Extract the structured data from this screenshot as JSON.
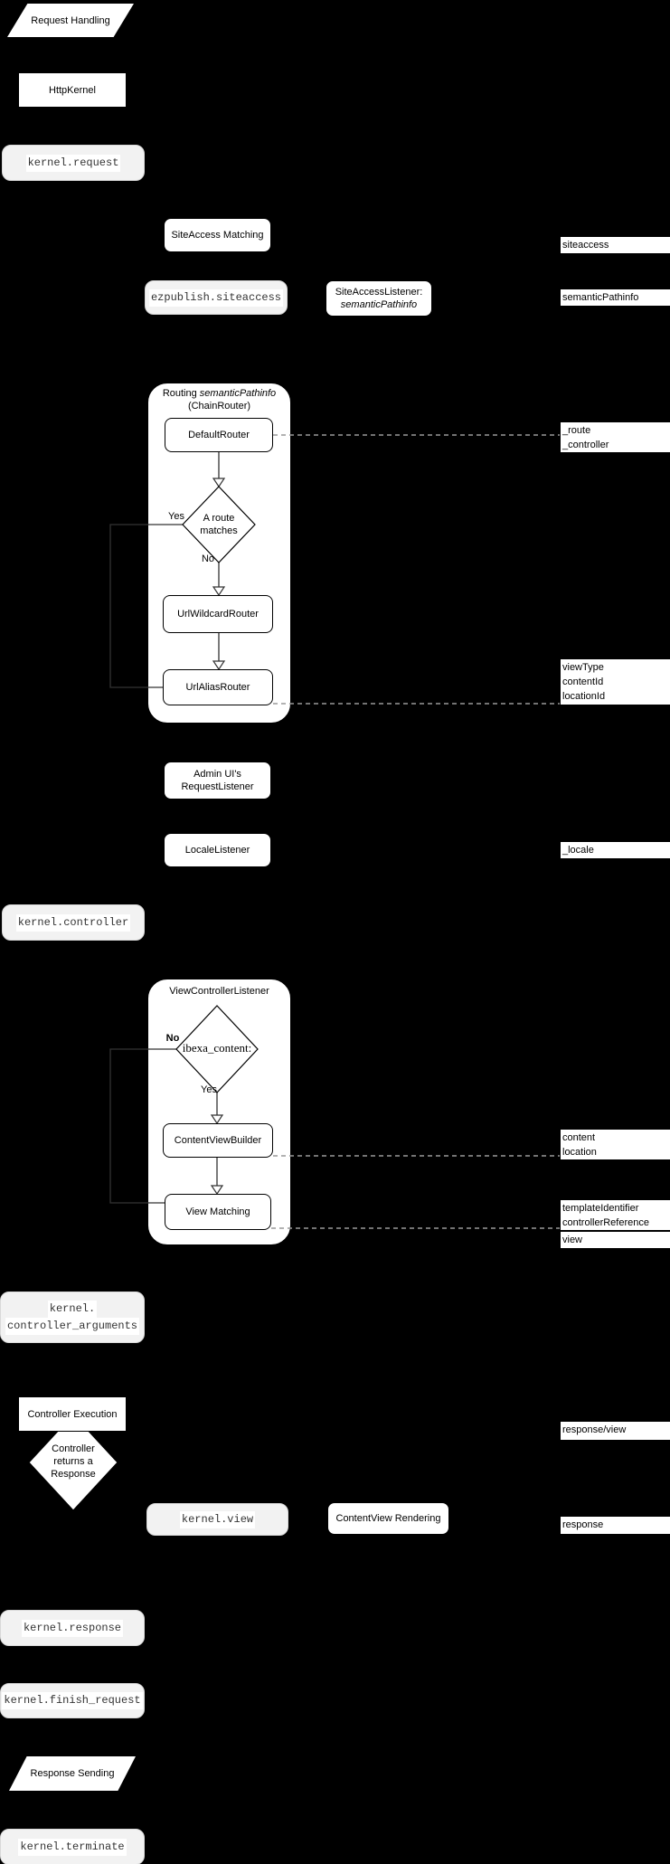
{
  "colors": {
    "background": "#000000",
    "node_fill": "#ffffff",
    "event_fill": "#f2f2f2",
    "line": "#333333",
    "dashed_line": "#999999"
  },
  "nodes": {
    "request_handling": {
      "label": "Request Handling"
    },
    "http_kernel": {
      "label": "HttpKernel"
    },
    "kernel_request": {
      "label": "kernel.request"
    },
    "siteaccess_matching": {
      "label": "SiteAccess Matching"
    },
    "ezpublish_siteaccess": {
      "label": "ezpublish.siteaccess"
    },
    "siteaccess_listener": {
      "line1": "SiteAccessListener:",
      "line2": "semanticPathinfo"
    },
    "routing": {
      "title_word": "Routing ",
      "title_italic": "semanticPathinfo",
      "title_line2": "(ChainRouter)"
    },
    "default_router": {
      "label": "DefaultRouter"
    },
    "route_matches": {
      "line1": "A route",
      "line2": "matches",
      "yes": "Yes",
      "no": "No"
    },
    "url_wildcard_router": {
      "label": "UrlWildcardRouter"
    },
    "url_alias_router": {
      "label": "UrlAliasRouter"
    },
    "admin_request_listener": {
      "line1": "Admin UI's",
      "line2": "RequestListener"
    },
    "locale_listener": {
      "label": "LocaleListener"
    },
    "kernel_controller": {
      "label": "kernel.controller"
    },
    "view_controller_listener": {
      "title": "ViewControllerListener"
    },
    "ibexa_content_decision": {
      "label": "ibexa_content:",
      "no": "No",
      "yes": "Yes"
    },
    "content_view_builder": {
      "label": "ContentViewBuilder"
    },
    "view_matching": {
      "label": "View Matching"
    },
    "kernel_controller_arguments": {
      "line1": "kernel.",
      "line2": "controller_arguments"
    },
    "controller_execution": {
      "label": "Controller Execution"
    },
    "controller_returns_response": {
      "line1": "Controller",
      "line2": "returns a",
      "line3": "Response"
    },
    "kernel_view": {
      "label": "kernel.view"
    },
    "contentview_rendering": {
      "label": "ContentView Rendering"
    },
    "kernel_response": {
      "label": "kernel.response"
    },
    "kernel_finish_request": {
      "label": "kernel.finish_request"
    },
    "response_sending": {
      "label": "Response Sending"
    },
    "kernel_terminate": {
      "label": "kernel.terminate"
    }
  },
  "annotations": {
    "siteaccess": {
      "lines": [
        "siteaccess"
      ]
    },
    "semantic_pathinfo": {
      "lines": [
        "semanticPathinfo"
      ]
    },
    "route_controller": {
      "lines": [
        "_route",
        "_controller"
      ]
    },
    "view_params": {
      "lines": [
        "viewType",
        "contentId",
        "locationId"
      ]
    },
    "locale": {
      "lines": [
        "_locale"
      ]
    },
    "content_location": {
      "lines": [
        "content",
        "location"
      ]
    },
    "template_controller": {
      "lines": [
        "templateIdentifier",
        "controllerReference"
      ]
    },
    "view": {
      "lines": [
        "view"
      ]
    },
    "response_view": {
      "lines": [
        "response/view"
      ]
    },
    "response": {
      "lines": [
        "response"
      ]
    }
  }
}
